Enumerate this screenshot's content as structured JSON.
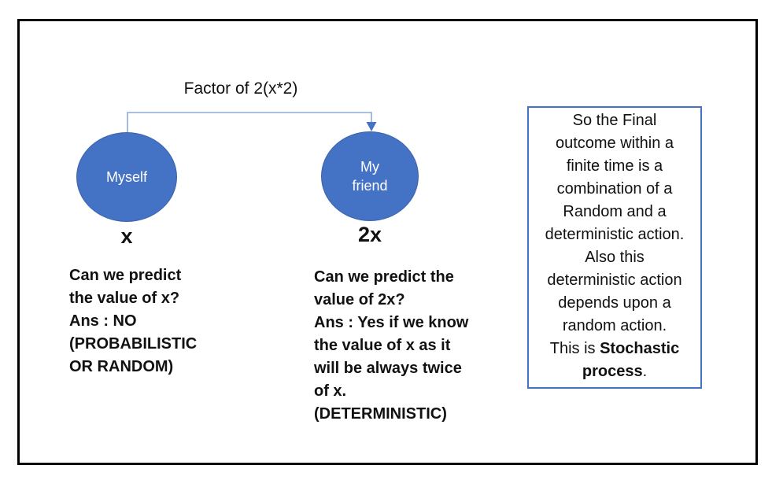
{
  "diagram": {
    "factor_label": "Factor of 2(x*2)",
    "nodes": [
      {
        "label": "Myself",
        "value_label": "x",
        "description": "Can we predict\nthe value of x?\nAns : NO\n(PROBABILISTIC\nOR RANDOM)"
      },
      {
        "label": "My\nfriend",
        "value_label": "2x",
        "description": "Can we predict the\nvalue of 2x?\nAns : Yes if we know\nthe value of x as it\nwill be always twice\nof x.\n(DETERMINISTIC)"
      }
    ],
    "summary_box": {
      "regular_text": "So the Final\noutcome within a\nfinite time is a\ncombination of a\nRandom and a\ndeterministic action.\nAlso this\ndeterministic action\ndepends upon a\nrandom action.\nThis is ",
      "bold_text": "Stochastic\nprocess",
      "suffix": "."
    },
    "colors": {
      "node_fill": "#4472C4",
      "node_border": "#3B63AD",
      "node_text": "#FFFFFF",
      "arrow_line": "#8FAADC",
      "arrow_head": "#4472C4",
      "box_border": "#4472C4",
      "frame_border": "#000000"
    }
  }
}
